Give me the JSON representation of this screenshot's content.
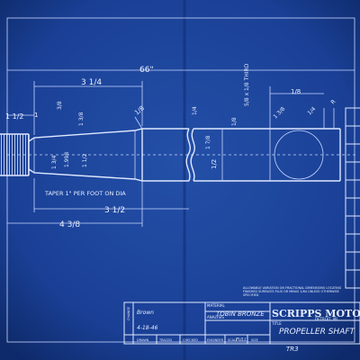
{
  "drawing": {
    "dims": {
      "overall": "66\"",
      "shaft_len": "3 1/4",
      "shaft_len_lower": "3 1/2",
      "taper_len": "4 3/8",
      "left_dim": "1 1/2",
      "left_dim2": "1",
      "mid_dim_a": "1/4",
      "mid_dim_b": "3/8",
      "dia_a": "1 3/8",
      "dia_b": "1 1/2",
      "dia_c": "1 3/4",
      "dia_d": "1.998",
      "right_dia": "1 7/8",
      "right_dia2": "1 3/8",
      "keyway": "5/8 x 1/8 THIRD",
      "right_small": "1/8",
      "right_small2": "1/4",
      "right_b": "1/8",
      "far_right": "1/2",
      "r1": "1/8",
      "r2": "R"
    },
    "notes": {
      "taper": "TAPER 1\" PER FOOT ON DIA",
      "tolerance": "ALLOWABLE VARIATION ON FRACTIONAL DIMENSIONS LOCATING FINISHED SURFACES PLUS OR MINUS 1/64 UNLESS OTHERWISE SPECIFIED"
    }
  },
  "title_block": {
    "company": "SCRIPPS MOTOR",
    "location": "DETROIT, MI",
    "material_label": "MATERIAL",
    "material_value": "TOBIN BRONZE",
    "analysis_label": "ANALYSIS",
    "title_label": "TITLE",
    "title_value": "PROPELLER SHAFT",
    "drawn_label": "DRAWN",
    "traced_label": "TRACED",
    "checked_label": "CHECKED",
    "engineer_label": "ENGINEER",
    "scale_label": "SCALE",
    "scale_value": "FULL",
    "size_label": "SIZE",
    "change_label": "CHANGE",
    "drawn_by": "Brown",
    "date": "4-18-46",
    "stamp": "TR3"
  }
}
